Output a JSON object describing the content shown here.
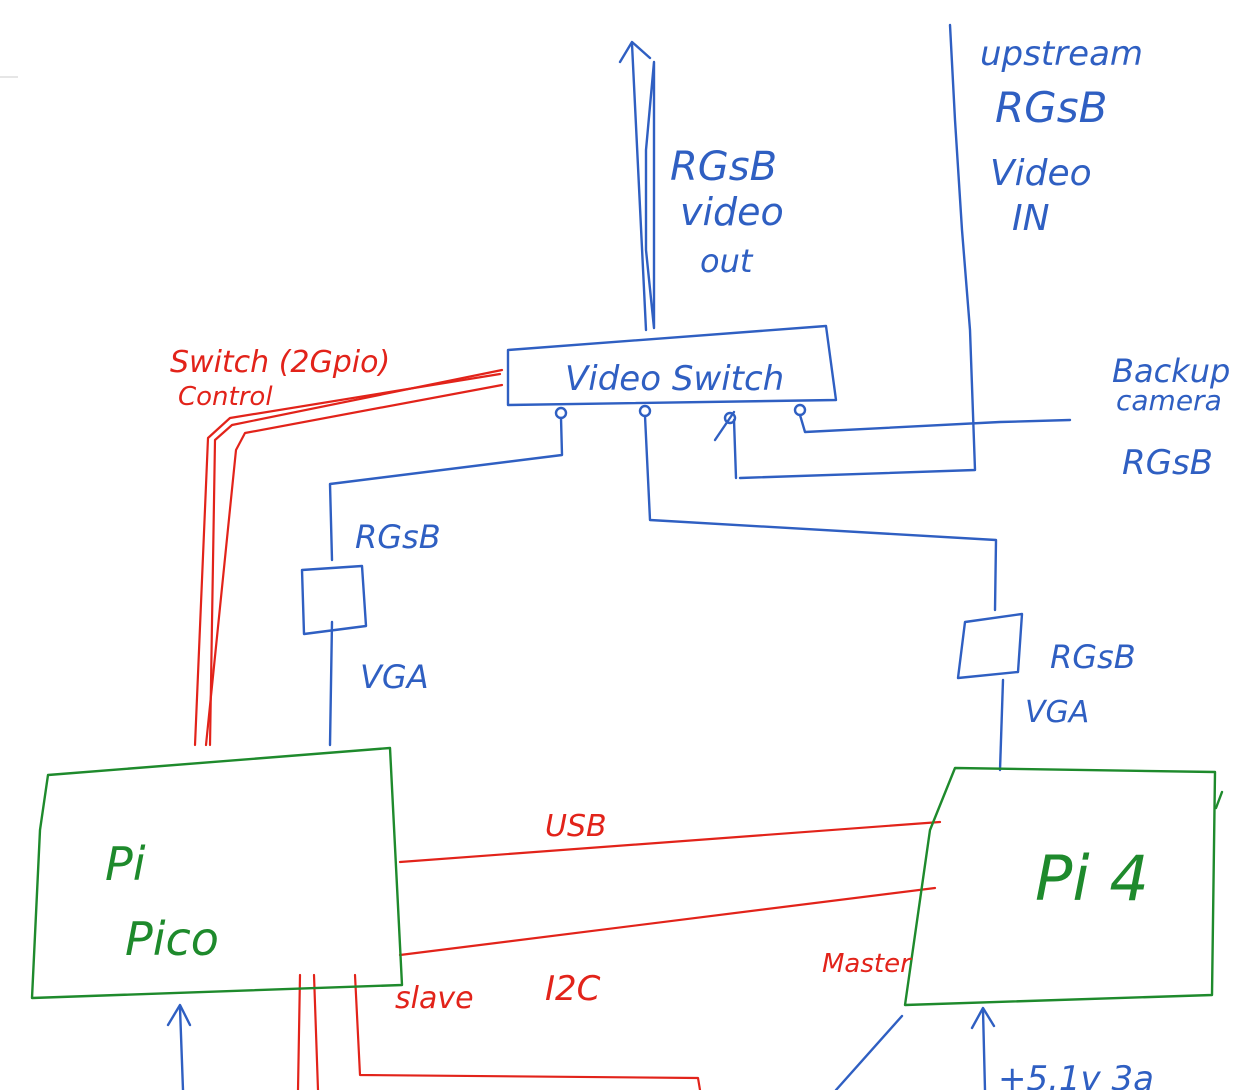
{
  "colors": {
    "video": "#2f5fc2",
    "control": "#e2231a",
    "board": "#1e8a2c"
  },
  "labels": {
    "video_out": [
      "RGsB",
      "video",
      "out"
    ],
    "upstream": [
      "upstream",
      "RGsB",
      "Video",
      "IN"
    ],
    "video_switch": "Video Switch",
    "switch_control": [
      "Switch (2Gpio)",
      "Control"
    ],
    "backup_camera": [
      "Backup",
      "camera"
    ],
    "backup_rgsb": "RGsB",
    "left_rgsb": "RGsB",
    "left_vga": "VGA",
    "right_rgsb": "RGsB",
    "right_vga": "VGA",
    "pi_pico": [
      "Pi",
      "Pico"
    ],
    "pi4": "Pi 4",
    "usb": "USB",
    "i2c": "I2C",
    "slave": "slave",
    "master": "Master",
    "power": "+5.1v 3a"
  }
}
